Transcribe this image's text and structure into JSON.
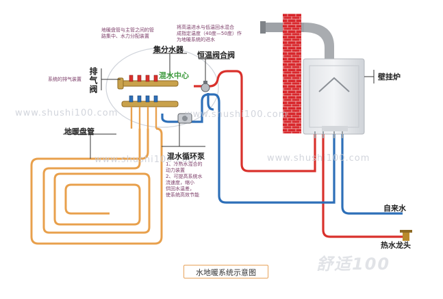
{
  "diagram": {
    "caption": "水地暖系统示意图",
    "labels": {
      "collector": "集分水器",
      "thermostatic_valve": "恒温阀合阀",
      "mixing_center": "混水中心",
      "exhaust_valve": "排气阀",
      "floor_coil": "地暖盘管",
      "circulation_pump": "混水循环泵",
      "boiler": "壁挂炉",
      "tap_water": "自来水",
      "hot_water_tap": "热水龙头"
    },
    "notes": {
      "collector_note": [
        "地暖盘管与主管之间的管",
        "路集中、水力分配装置"
      ],
      "valve_note": [
        "将高温进水与低温回水混合",
        "成指定温度（40度—50度）作",
        "为地暖系统的进水"
      ],
      "exhaust_note": "系统的排气装置",
      "pump_note": [
        "1、冷热水混合的",
        "   动力装置",
        "2、可提高系统水",
        "   流速度，缩小",
        "   供回水温差，",
        "   使系统高效节能"
      ]
    },
    "watermarks": [
      "www.shushi100.com",
      "www.shushi100.com",
      "www.shushi100.com",
      "www.shushi100.com"
    ],
    "brand_watermark": "舒适100",
    "colors": {
      "hot_pipe": "#d9312c",
      "cold_pipe": "#2d6fb8",
      "floor_pipe": "#e8a04c",
      "brick": "#d8262b",
      "boiler_body": "#e6e8eb",
      "chimney": "#a9acb0",
      "label_line": "#333333",
      "note_text": "#7a3a66",
      "mixing_text": "#3c9a3c"
    }
  }
}
